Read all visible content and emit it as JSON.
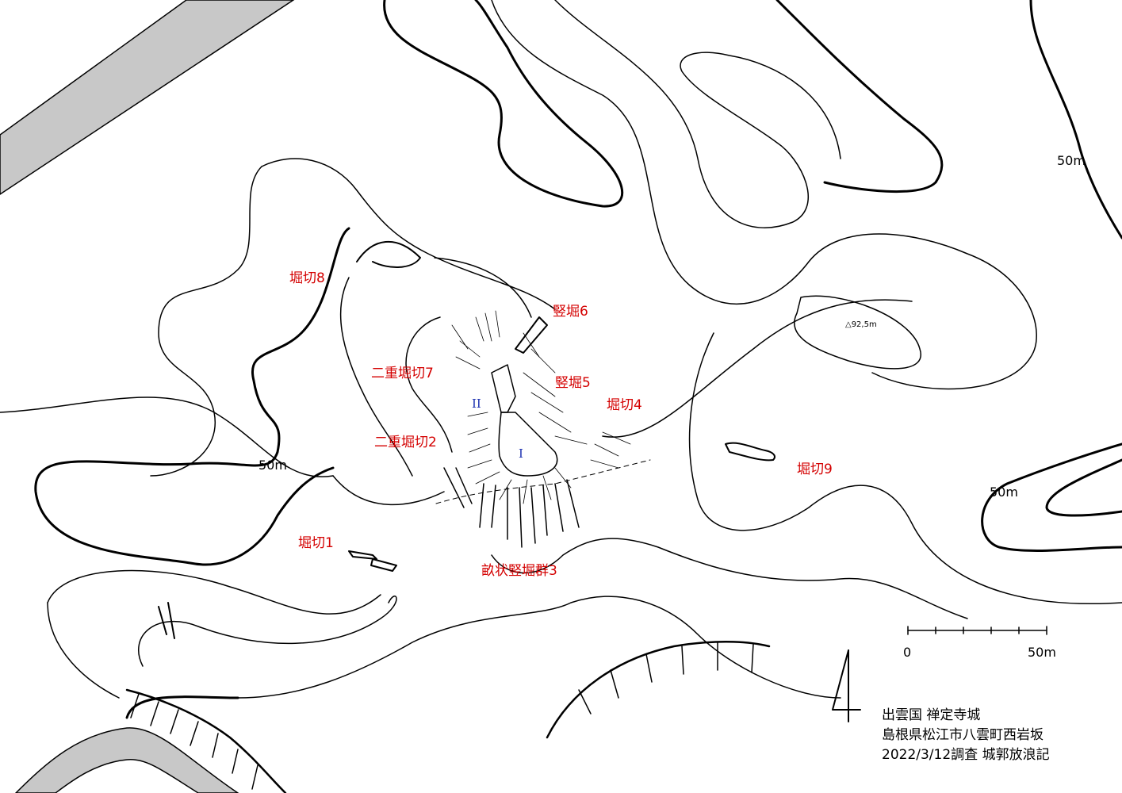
{
  "map": {
    "labels": {
      "horikiri8": "堀切8",
      "tatebori6": "竪堀6",
      "nijuu7": "二重堀切7",
      "tatebori5": "竪堀5",
      "horikiri4": "堀切4",
      "nijuu2": "二重堀切2",
      "horikiri9": "堀切9",
      "horikiri1": "堀切1",
      "uneJou3": "畝状竪堀群3",
      "kuruwa1": "I",
      "kuruwa2": "II",
      "peak": "△92,5m",
      "contour_left": "50m",
      "contour_topright": "50m",
      "contour_right": "50m"
    },
    "scale": {
      "zero": "0",
      "max": "50m",
      "max_value_m": 50
    },
    "credit": {
      "line1": "出雲国 禅定寺城",
      "line2": "島根県松江市八雲町西岩坂",
      "line3": "2022/3/12調査 城郭放浪記"
    },
    "colors": {
      "annotation": "#d40000",
      "kuruwa": "#1a2fb0",
      "river": "#c8c8c8",
      "line": "#000000"
    }
  }
}
